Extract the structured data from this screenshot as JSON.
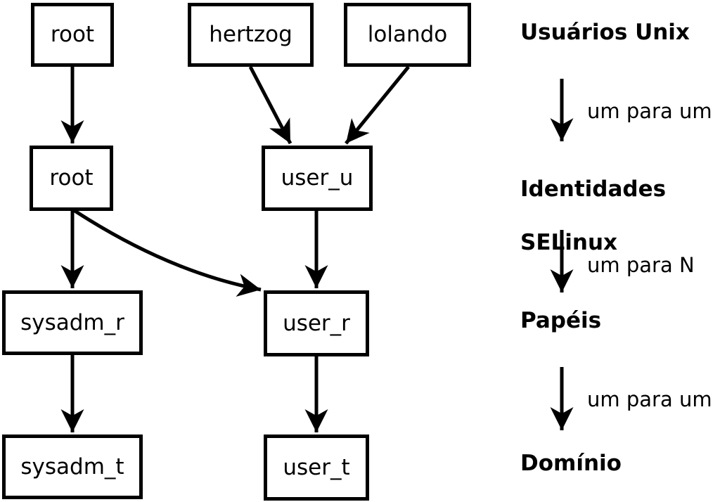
{
  "nodes": {
    "unix_root": "root",
    "unix_hertzog": "hertzog",
    "unix_lolando": "lolando",
    "selinux_root": "root",
    "selinux_user_u": "user_u",
    "role_sysadm_r": "sysadm_r",
    "role_user_r": "user_r",
    "domain_sysadm_t": "sysadm_t",
    "domain_user_t": "user_t"
  },
  "legend": {
    "unix_users": "Usuários Unix",
    "mapping_users_to_identities": "um para um",
    "selinux_identities_line1": "Identidades",
    "selinux_identities_line2": "SELinux",
    "mapping_identities_to_roles": "um para N",
    "roles": "Papéis",
    "mapping_roles_to_domain": "um para um",
    "domain": "Domínio"
  },
  "colors": {
    "line": "#000000",
    "box_fill": "#ffffff",
    "background": "#ffffff",
    "text": "#000000"
  }
}
